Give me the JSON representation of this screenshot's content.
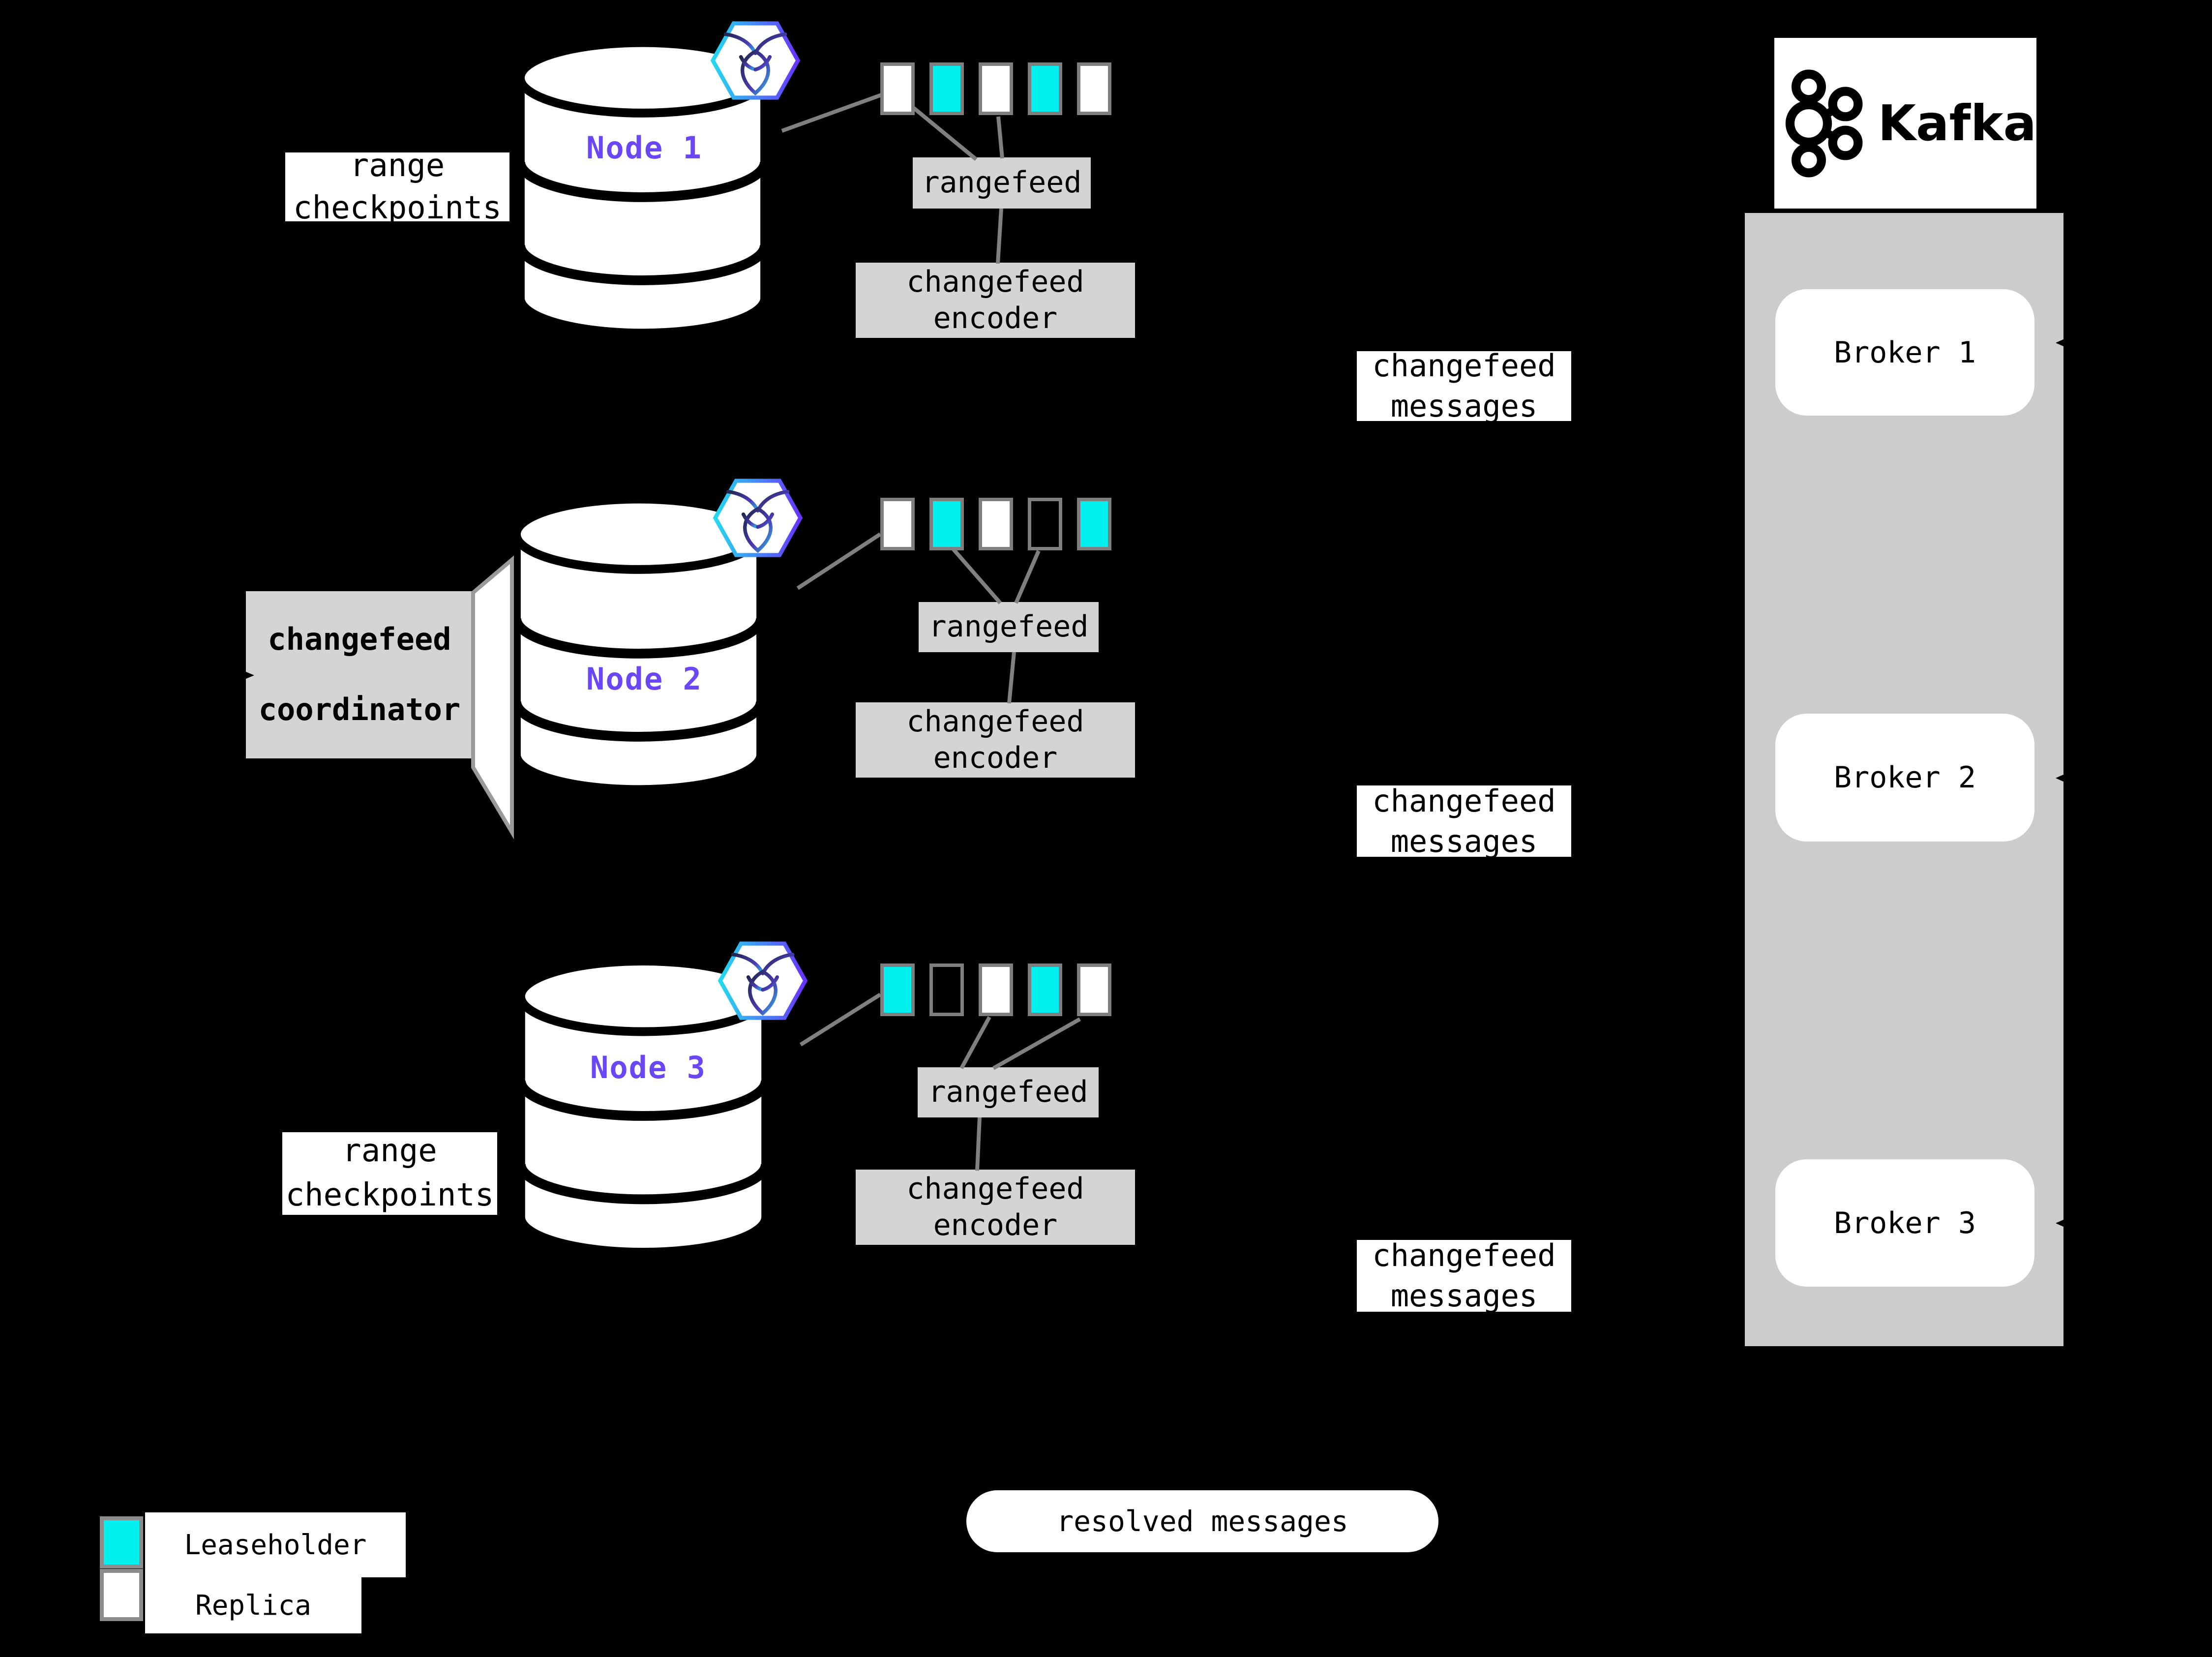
{
  "nodes": [
    {
      "label": "Node 1",
      "ranges": [
        "replica",
        "leaseholder",
        "replica",
        "leaseholder",
        "replica"
      ]
    },
    {
      "label": "Node 2",
      "ranges": [
        "replica",
        "leaseholder",
        "replica",
        "empty",
        "leaseholder"
      ]
    },
    {
      "label": "Node 3",
      "ranges": [
        "leaseholder",
        "empty",
        "replica",
        "leaseholder",
        "replica"
      ]
    }
  ],
  "labels": {
    "rangefeed": "rangefeed",
    "encoder": {
      "line1": "changefeed",
      "line2": "encoder"
    },
    "messages": {
      "line1": "changefeed",
      "line2": "messages"
    },
    "checkpoints": {
      "line1": "range",
      "line2": "checkpoints"
    },
    "coordinator": {
      "line1": "changefeed",
      "line2": "coordinator"
    },
    "resolved": "resolved messages"
  },
  "kafka": {
    "brand": "Kafka",
    "brokers": [
      "Broker 1",
      "Broker 2",
      "Broker 3"
    ]
  },
  "legend": {
    "leaseholder": "Leaseholder",
    "replica": "Replica"
  },
  "colors": {
    "leaseholder": "#00efef",
    "replica": "#ffffff",
    "panel": "#cccccc",
    "process_box": "#d4d4d4",
    "connector": "#808080",
    "node_label": "#6b46f5",
    "background": "#000000"
  }
}
